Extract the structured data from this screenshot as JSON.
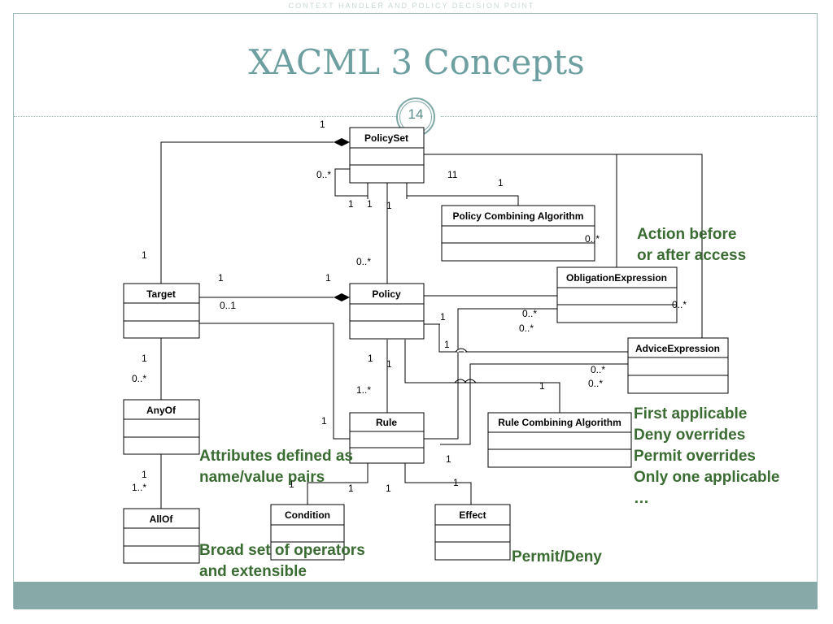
{
  "title": "XACML 3 Concepts",
  "page_number": "14",
  "header_text": "CONTEXT HANDLER AND POLICY DECISION POINT",
  "colors": {
    "accent": "#6d9ea0",
    "note": "#3a6b32",
    "footer": "#87aaa8"
  },
  "classes": {
    "policyset": "PolicySet",
    "policy": "Policy",
    "target": "Target",
    "rule": "Rule",
    "anyof": "AnyOf",
    "allof": "AllOf",
    "condition": "Condition",
    "effect": "Effect",
    "pca": "Policy Combining Algorithm",
    "rca": "Rule Combining Algorithm",
    "obligation": "ObligationExpression",
    "advice": "AdviceExpression"
  },
  "multiplicities": {
    "ps_top_1": "1",
    "ps_self_0n": "0..*",
    "ps_1a": "1",
    "ps_1b": "1",
    "ps_1c": "1",
    "ps_11": "11",
    "ps_pca_1": "1",
    "pca_0n": "0..*",
    "tgt_ps_1": "1",
    "tgt_pol_1": "1",
    "pol_tgt_1": "1",
    "tgt_01": "0..1",
    "pol_0n": "0..*",
    "pol_right_1": "1",
    "pol_right_1b": "1",
    "obl_0n_a": "0..*",
    "obl_0n_b": "0..*",
    "obl_0n_c": "0..*",
    "adv_0n_a": "0..*",
    "adv_0n_b": "0..*",
    "rule_pol_1": "1",
    "rule_pol_1b": "1",
    "rule_1n": "1..*",
    "rca_1": "1",
    "rule_tgt_1": "1",
    "rule_right_1": "1",
    "tgt_any_1": "1",
    "any_0n": "0..*",
    "any_all_1": "1",
    "all_1n": "1..*",
    "cond_1": "1",
    "cond_1b": "1",
    "eff_1": "1",
    "eff_1b": "1"
  },
  "notes": {
    "action": "Action before\nor after access",
    "attributes": "Attributes defined as\nname/value pairs",
    "operators": "Broad set of operators\nand extensible",
    "combining": "First applicable\nDeny overrides\nPermit overrides\nOnly one applicable\n…",
    "effect": "Permit/Deny"
  }
}
